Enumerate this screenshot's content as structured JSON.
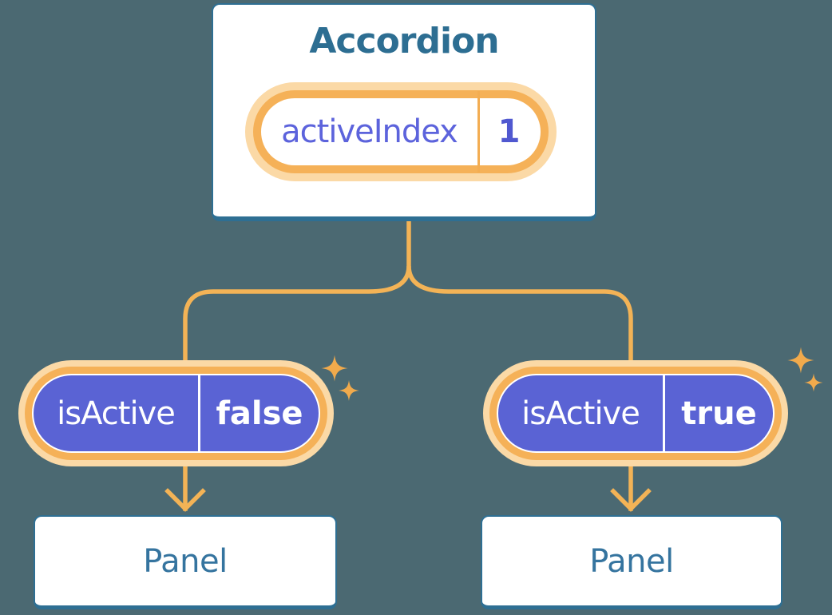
{
  "accordion": {
    "title": "Accordion",
    "state_pill": {
      "name": "activeIndex",
      "value": "1"
    }
  },
  "branches": [
    {
      "prop_pill": {
        "name": "isActive",
        "value": "false"
      },
      "panel": {
        "label": "Panel"
      }
    },
    {
      "prop_pill": {
        "name": "isActive",
        "value": "true"
      },
      "panel": {
        "label": "Panel"
      }
    }
  ],
  "colors": {
    "background": "#4b6972",
    "card_border_blue": "#2e6f93",
    "title_text_blue": "#2d6e92",
    "panel_text_blue": "#35749f",
    "pill_purple": "#5a63d4",
    "state_label_purple": "#5c63dc",
    "state_value_purple": "#5058d0",
    "ring_orange": "#f5b158",
    "glow_peach": "#fbd9a6",
    "connector_orange": "#f3b356",
    "sparkle_orange": "#f1aa4c"
  }
}
